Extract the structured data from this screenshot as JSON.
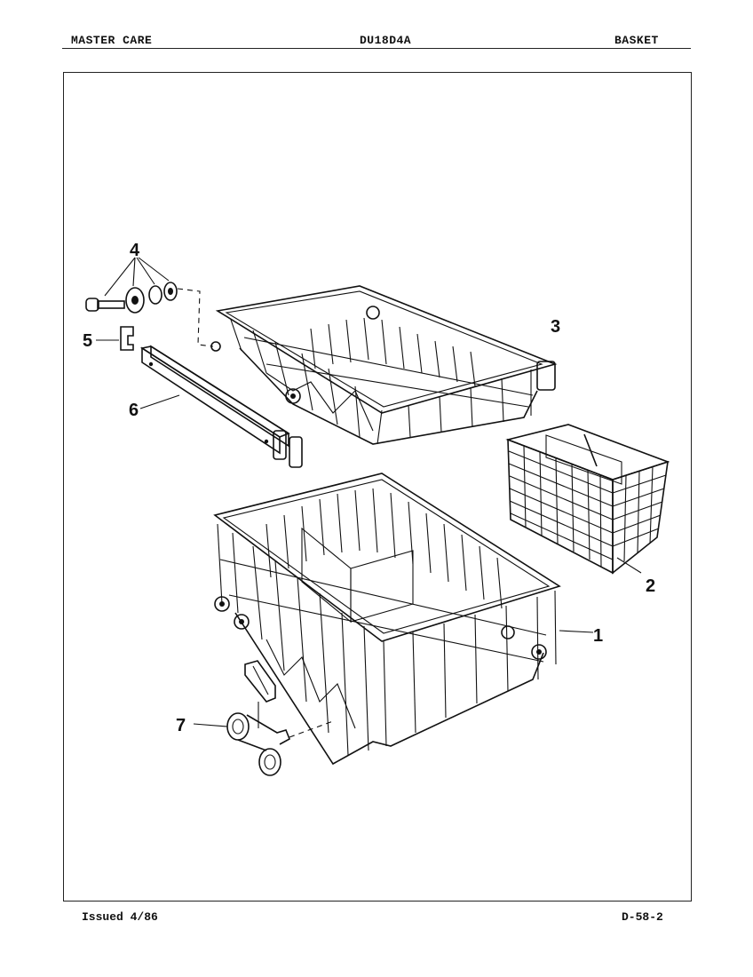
{
  "header": {
    "left": "MASTER CARE",
    "center": "DU18D4A",
    "right": "BASKET"
  },
  "footer": {
    "issued": "Issued 4/86",
    "page_code": "D-58-2"
  },
  "callouts": [
    "1",
    "2",
    "3",
    "4",
    "5",
    "6",
    "7"
  ],
  "parts": [
    {
      "callout": "1",
      "icon": "lower-dish-rack-icon"
    },
    {
      "callout": "2",
      "icon": "silverware-basket-icon"
    },
    {
      "callout": "3",
      "icon": "upper-dish-rack-icon"
    },
    {
      "callout": "4",
      "icon": "roller-axle-kit-icon"
    },
    {
      "callout": "5",
      "icon": "rack-stop-clip-icon"
    },
    {
      "callout": "6",
      "icon": "track-slide-icon"
    },
    {
      "callout": "7",
      "icon": "lower-rack-wheel-icon"
    }
  ],
  "colors": {
    "ink": "#111111",
    "paper": "#ffffff"
  }
}
